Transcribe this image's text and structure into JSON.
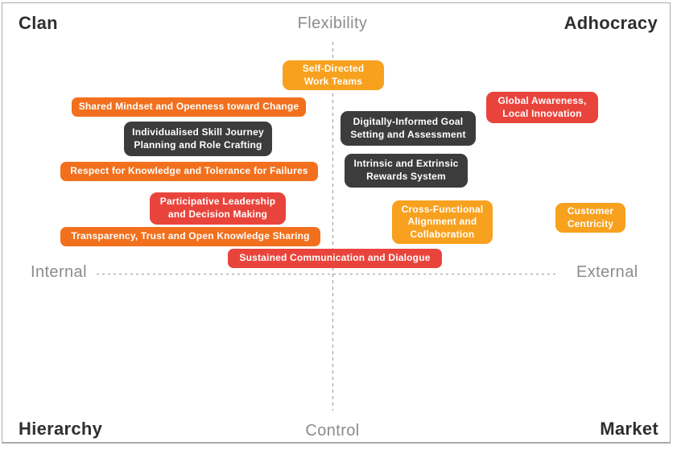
{
  "diagram": {
    "quadrants": {
      "top_left": "Clan",
      "top_right": "Adhocracy",
      "bottom_left": "Hierarchy",
      "bottom_right": "Market"
    },
    "axes": {
      "top": "Flexibility",
      "bottom": "Control",
      "left": "Internal",
      "right": "External"
    },
    "colors": {
      "orange": "#F2701D",
      "amber": "#F7A11F",
      "red": "#E9443C",
      "dark": "#3C3C3C",
      "quadrant_text": "#2F2F2F",
      "axis_text": "#8C8C8C",
      "dashed_line": "#9A9A9A"
    },
    "boxes": [
      {
        "id": "self-directed-work-teams",
        "text": "Self-Directed\nWork Teams",
        "color": "amber"
      },
      {
        "id": "shared-mindset",
        "text": "Shared Mindset and Openness toward Change",
        "color": "orange"
      },
      {
        "id": "global-awareness",
        "text": "Global Awareness,\nLocal Innovation",
        "color": "red"
      },
      {
        "id": "individualised-skill-journey",
        "text": "Individualised Skill Journey\nPlanning and Role Crafting",
        "color": "dark"
      },
      {
        "id": "digitally-informed-goal",
        "text": "Digitally-Informed Goal\nSetting and Assessment",
        "color": "dark"
      },
      {
        "id": "respect-for-knowledge",
        "text": "Respect for Knowledge and Tolerance for Failures",
        "color": "orange"
      },
      {
        "id": "intrinsic-extrinsic-rewards",
        "text": "Intrinsic and Extrinsic\nRewards System",
        "color": "dark"
      },
      {
        "id": "participative-leadership",
        "text": "Participative Leadership\nand Decision Making",
        "color": "red"
      },
      {
        "id": "cross-functional-alignment",
        "text": "Cross-Functional\nAlignment and\nCollaboration",
        "color": "amber"
      },
      {
        "id": "customer-centricity",
        "text": "Customer\nCentricity",
        "color": "amber"
      },
      {
        "id": "transparency-trust",
        "text": "Transparency, Trust and Open Knowledge Sharing",
        "color": "orange"
      },
      {
        "id": "sustained-communication",
        "text": "Sustained Communication and Dialogue",
        "color": "red"
      }
    ]
  }
}
